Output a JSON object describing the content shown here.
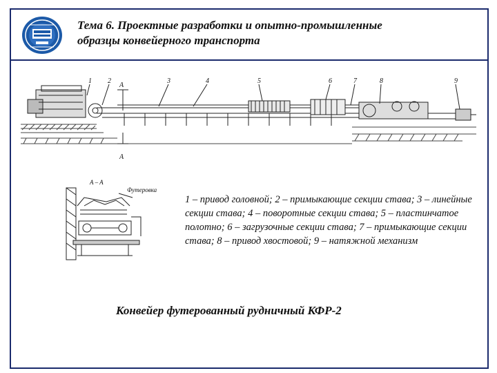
{
  "header": {
    "title_line1": "Тема 6. Проектные разработки и опытно-промышленные",
    "title_line2": "образцы  конвейерного транспорта",
    "logo_label": "university-emblem"
  },
  "drawing": {
    "callouts": [
      "1",
      "2",
      "A",
      "3",
      "4",
      "5",
      "6",
      "7",
      "8",
      "9"
    ],
    "section_mark_bottom": "A",
    "section_title": "A – A",
    "section_note": "Футеровка"
  },
  "legend": {
    "text": "1 – привод головной; 2 – примыкающие секции става; 3 – линейные секции става; 4 – поворотные секции става; 5 – пластинчатое полотно; 6 – загрузочные секции става; 7 – примыкающие секции става; 8 – привод хвостовой; 9 – натяжной механизм"
  },
  "caption": {
    "text": "Конвейер футерованный рудничный КФР-2"
  },
  "colors": {
    "frame": "#1a2a6c",
    "logo_blue": "#1c5aa8"
  }
}
